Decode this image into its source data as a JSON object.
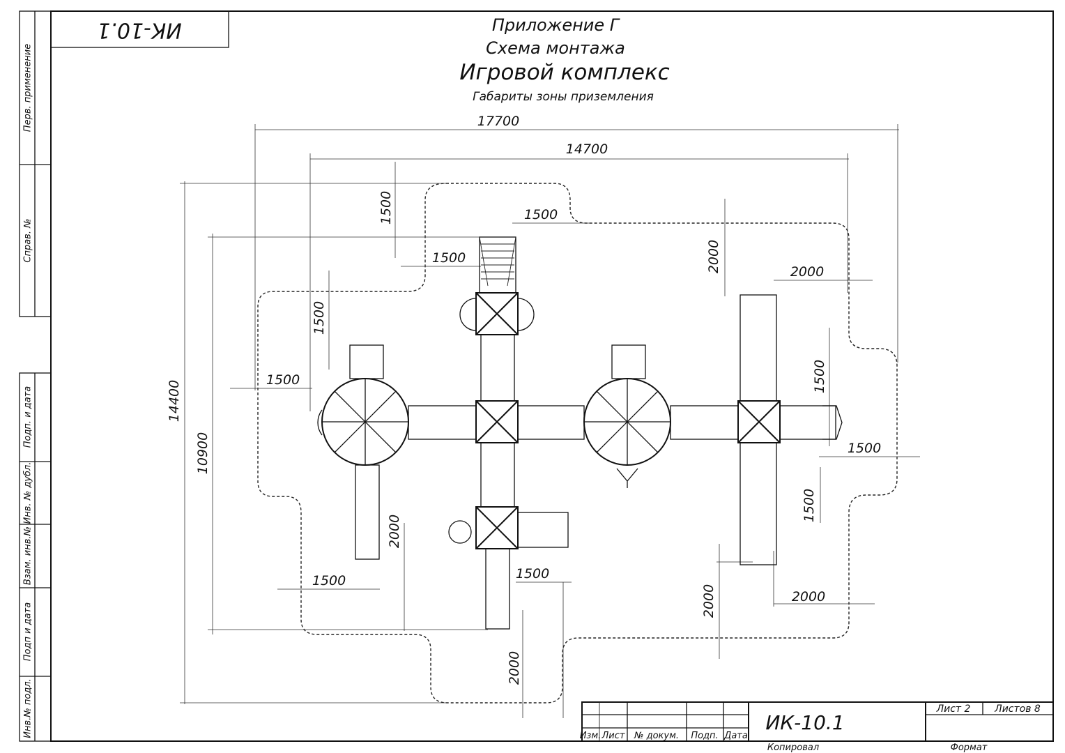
{
  "sheet": {
    "code_rotated": "ИК-10.1",
    "title_lines": {
      "appendix": "Приложение Г",
      "scheme": "Схема монтажа",
      "product": "Игровой комплекс",
      "subtitle": "Габариты зоны приземления"
    }
  },
  "side_stamp": [
    "Перв. применение",
    "Справ. №",
    "Подп. и дата",
    "Инв. № дубл.",
    "Взам. инв.№",
    "Подп и дата",
    "Инв.№ подл."
  ],
  "title_block": {
    "code": "ИК-10.1",
    "sheet": "Лист 2",
    "sheets": "Листов 8",
    "headers": [
      "Изм.",
      "Лист",
      "№ докум.",
      "Подп.",
      "Дата"
    ],
    "copied": "Копировал",
    "format": "Формат"
  },
  "dimensions": {
    "overall_width": "17700",
    "inner_width": "14700",
    "overall_height": "14400",
    "inner_height": "10900",
    "d1500_a": "1500",
    "d1500_b": "1500",
    "d1500_c": "1500",
    "d1500_d": "1500",
    "d1500_e": "1500",
    "d1500_f": "1500",
    "d1500_g": "1500",
    "d1500_h": "1500",
    "d1500_i": "1500",
    "d1500_j": "1500",
    "d2000_a": "2000",
    "d2000_b": "2000",
    "d2000_c": "2000",
    "d2000_d": "2000",
    "d2000_e": "2000",
    "d2000_f": "2000"
  }
}
